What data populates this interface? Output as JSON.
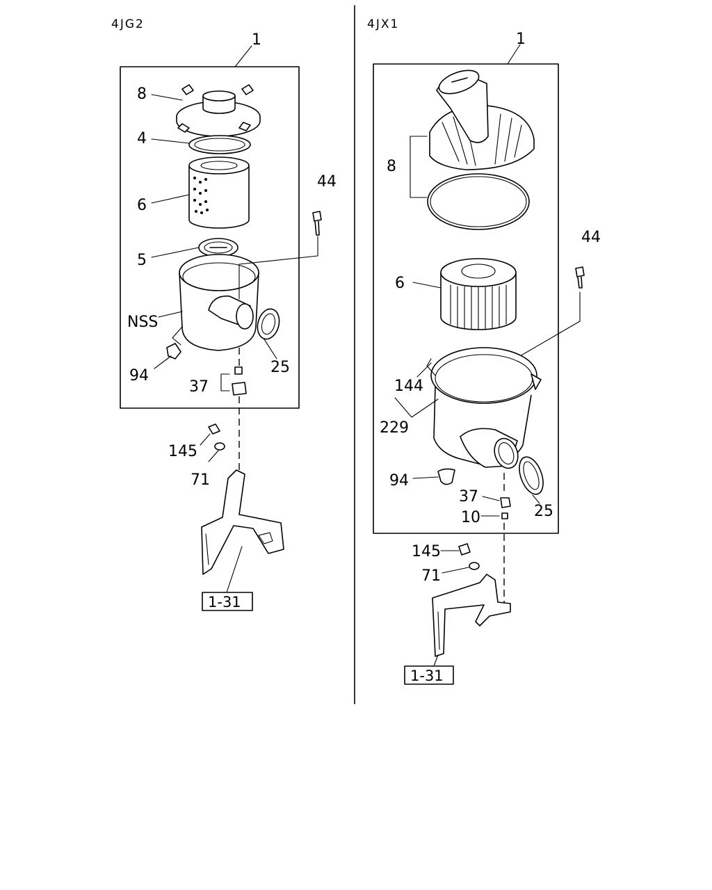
{
  "left": {
    "title": "4JG2",
    "labels": {
      "assembly": "1",
      "cover": "8",
      "gasket": "4",
      "element": "6",
      "seal": "5",
      "body": "NSS",
      "valve": "94",
      "hose": "25",
      "bolt": "44",
      "nut": "37",
      "screw": "145",
      "washer": "71"
    },
    "ref": "1-31"
  },
  "right": {
    "title": "4JX1",
    "labels": {
      "assembly": "1",
      "cover": "8",
      "element": "6",
      "bolt": "44",
      "clip": "144",
      "body": "229",
      "valve": "94",
      "nut": "37",
      "stud": "10",
      "hose": "25",
      "screw": "145",
      "washer": "71"
    },
    "ref": "1-31"
  }
}
